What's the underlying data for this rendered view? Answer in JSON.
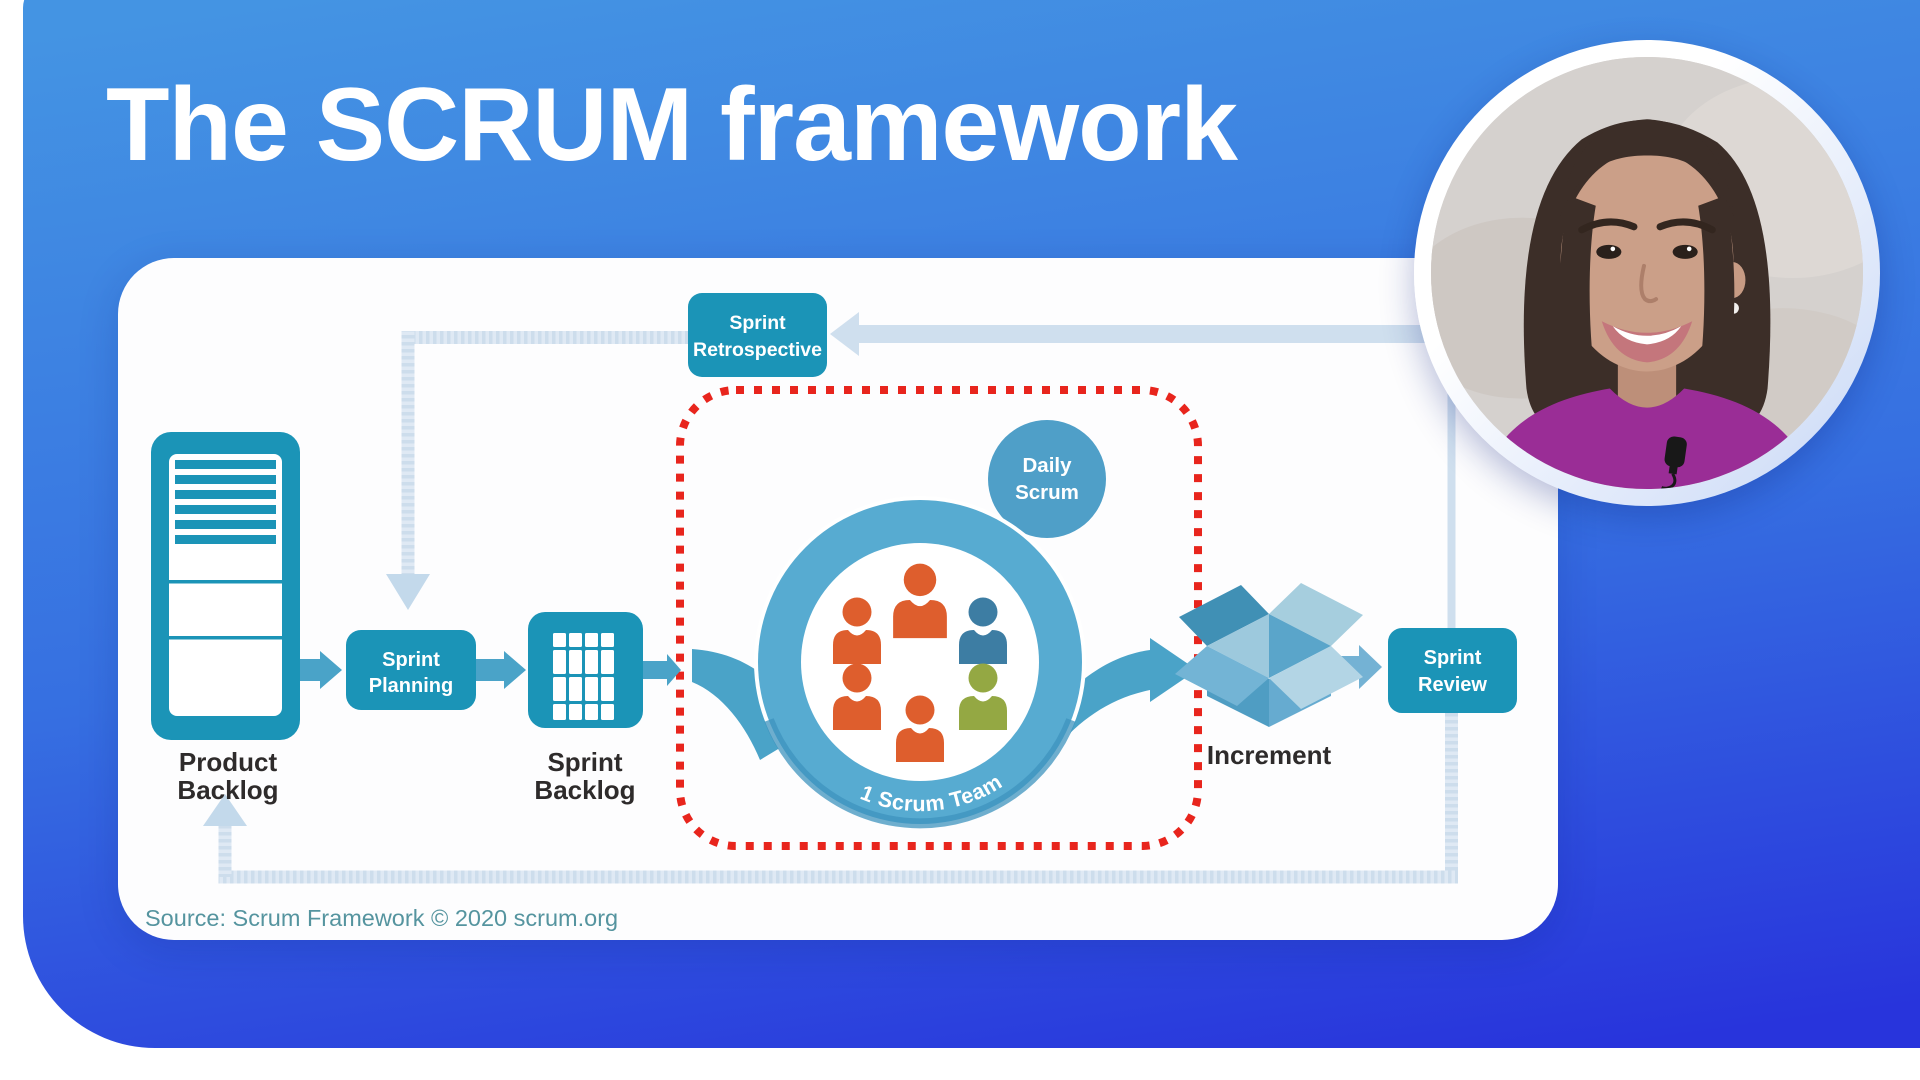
{
  "slide": {
    "title": "The SCRUM framework"
  },
  "diagram": {
    "source_note": "Source: Scrum Framework © 2020 scrum.org",
    "product_backlog": {
      "line1": "Product",
      "line2": "Backlog"
    },
    "sprint_planning": {
      "line1": "Sprint",
      "line2": "Planning"
    },
    "sprint_backlog": {
      "line1": "Sprint",
      "line2": "Backlog"
    },
    "sprint_retrospective": {
      "line1": "Sprint",
      "line2": "Retrospective"
    },
    "sprint_review": {
      "line1": "Sprint",
      "line2": "Review"
    },
    "daily_scrum": {
      "line1": "Daily",
      "line2": "Scrum"
    },
    "increment_label": "Increment",
    "team_label": "1 Scrum Team",
    "team_member_colors": [
      "orange",
      "orange",
      "blue",
      "orange",
      "green",
      "orange"
    ]
  },
  "webcam": {
    "description": "Presenter webcam video"
  },
  "colors": {
    "page_bg": "#ffffff",
    "slide_top": "#4494e3",
    "slide_mid": "#366fe1",
    "slide_bottom": "#2834dc",
    "card_bg": "#fdfdfe",
    "title_text": "#ffffff",
    "node_teal": "#1b94b7",
    "ring_blue": "#57abd1",
    "ring_shadow": "#3e93bd",
    "daily_circle": "#4f9fc8",
    "arrow_teal": "#4aa3c8",
    "arrow_soft": "#74b2d4",
    "loop_line": "#cfdfee",
    "loop_arrow": "#c3d9eb",
    "hatch_light": "#dfe9f4",
    "hatch_dark": "#cdddec",
    "red_dot": "#e8251d",
    "label_dark": "#2e2b2b",
    "source_text": "#55949f",
    "person_orange": "#de5e2d",
    "person_blue": "#3d7da3",
    "person_green": "#94a843",
    "inc_flap_dark": "#4090b5",
    "inc_flap_light": "#a6cede",
    "inc_side_left": "#73b4d5",
    "inc_side_right": "#b3d5e5",
    "inc_inner_light": "#9dc9dd",
    "inc_inner_mid": "#5aa5ca",
    "inc_body_left": "#4f9dc3",
    "inc_body_right": "#66abd0",
    "webcam_border": "#ffffff",
    "webcam_border2": "#c7d7f6"
  }
}
